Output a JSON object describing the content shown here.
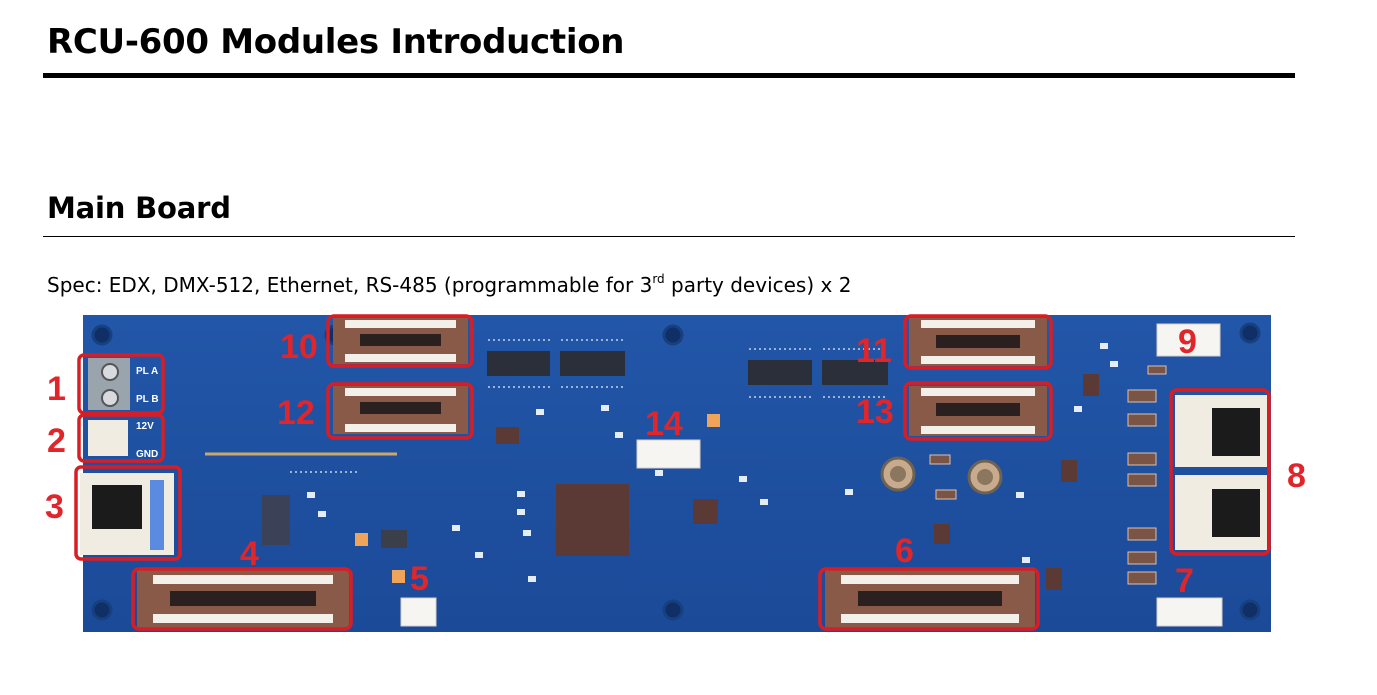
{
  "document": {
    "title": "RCU-600 Modules Introduction",
    "section_title": "Main Board",
    "spec": {
      "before_sup": "Spec: EDX, DMX-512, Ethernet, RS-485 (programmable for 3",
      "sup": "rd",
      "after_sup": " party devices) x 2"
    }
  },
  "board": {
    "silkscreen": {
      "pla": "PL A",
      "plb": "PL B",
      "v12": "12V",
      "gnd": "GND"
    },
    "callouts": [
      "1",
      "2",
      "3",
      "4",
      "5",
      "6",
      "7",
      "8",
      "9",
      "10",
      "11",
      "12",
      "13",
      "14"
    ],
    "colors": {
      "pcb": "#1e4fa0",
      "callout": "#e0262b",
      "connector": "#8a5a48"
    }
  }
}
